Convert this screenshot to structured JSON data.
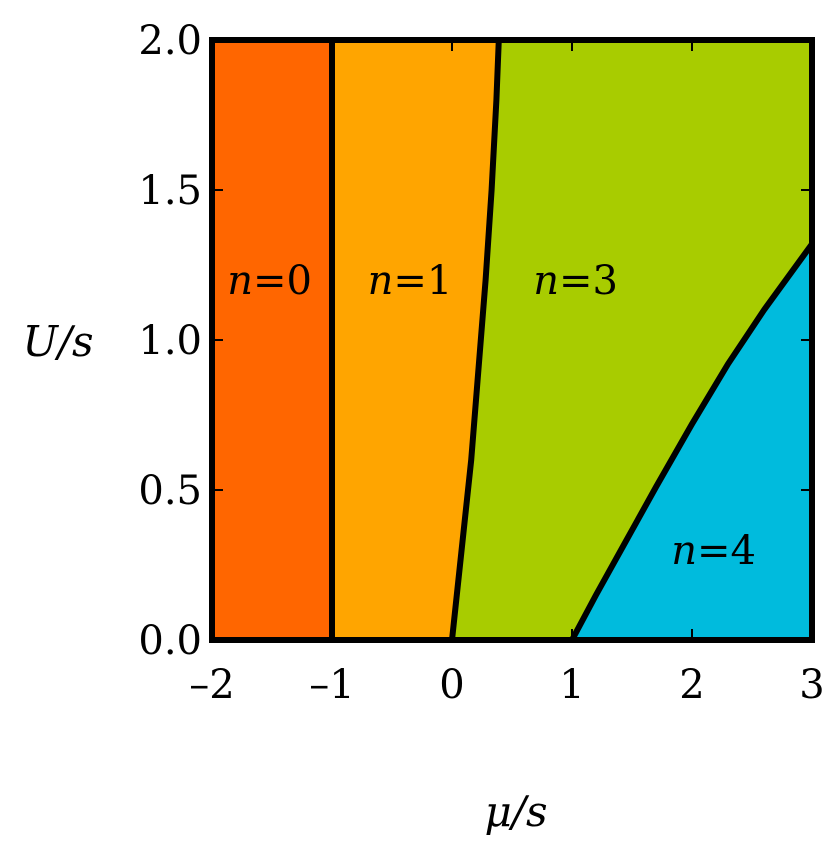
{
  "chart_data": {
    "type": "area",
    "title": "",
    "xlabel": "μ/s",
    "ylabel": "U/s",
    "xlim": [
      -2,
      3
    ],
    "ylim": [
      0,
      2
    ],
    "x_ticks": [
      -2,
      -1,
      0,
      1,
      2,
      3
    ],
    "x_tick_labels": [
      "-2",
      "-1",
      "0",
      "1",
      "2",
      "3"
    ],
    "y_ticks": [
      0,
      0.5,
      1,
      1.5,
      2
    ],
    "y_tick_labels": [
      "0.0",
      "0.5",
      "1.0",
      "1.5",
      "2.0"
    ],
    "grid": false,
    "boundaries": [
      {
        "name": "n0-n1",
        "points": [
          [
            -1,
            0
          ],
          [
            -1,
            2
          ]
        ]
      },
      {
        "name": "n1-n3",
        "points": [
          [
            0,
            0
          ],
          [
            0.08,
            0.3
          ],
          [
            0.16,
            0.6
          ],
          [
            0.22,
            0.9
          ],
          [
            0.28,
            1.2
          ],
          [
            0.33,
            1.5
          ],
          [
            0.37,
            1.8
          ],
          [
            0.39,
            2.0
          ]
        ]
      },
      {
        "name": "n3-n4",
        "points": [
          [
            1.0,
            0
          ],
          [
            1.2,
            0.15
          ],
          [
            1.45,
            0.33
          ],
          [
            1.7,
            0.51
          ],
          [
            2.0,
            0.72
          ],
          [
            2.3,
            0.92
          ],
          [
            2.6,
            1.1
          ],
          [
            3.0,
            1.32
          ]
        ]
      }
    ],
    "regions": [
      {
        "label_prefix": "n",
        "label_value": "=0",
        "color": "#FF6600",
        "label_at": [
          -1.52,
          1.2
        ]
      },
      {
        "label_prefix": "n",
        "label_value": "=1",
        "color": "#FFA500",
        "label_at": [
          -0.35,
          1.2
        ]
      },
      {
        "label_prefix": "n",
        "label_value": "=3",
        "color": "#A8CC00",
        "label_at": [
          1.03,
          1.2
        ]
      },
      {
        "label_prefix": "n",
        "label_value": "=4",
        "color": "#00BBDD",
        "label_at": [
          2.18,
          0.3
        ]
      }
    ],
    "boundary_color": "#000000"
  }
}
